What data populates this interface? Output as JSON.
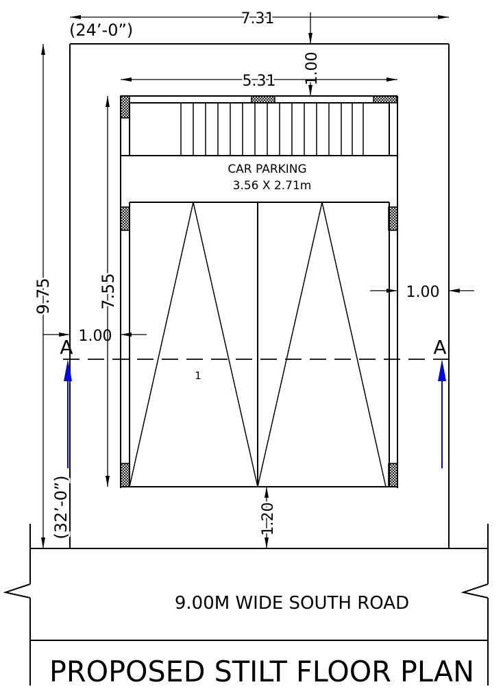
{
  "drawing": {
    "title": "PROPOSED STILT FLOOR PLAN",
    "road_label": "9.00M WIDE SOUTH ROAD",
    "room_label": "CAR PARKING",
    "room_size": "3.56  X  2.71m",
    "section_marker": "A",
    "grid_label": "1",
    "dimensions": {
      "plot_width": "7.31",
      "plot_width_ft": "(24’-0”)",
      "plot_depth": "9.75",
      "plot_depth_ft": "(32’-0”)",
      "inner_width": "5.31",
      "inner_depth": "7.55",
      "rear_setback": "1.00",
      "side_setback_left": "1.00",
      "side_setback_right": "1.00",
      "front_setback": "1.20"
    },
    "colors": {
      "lines": "#000000",
      "section_arrows": "#0000ff",
      "background": "#ffffff"
    }
  }
}
